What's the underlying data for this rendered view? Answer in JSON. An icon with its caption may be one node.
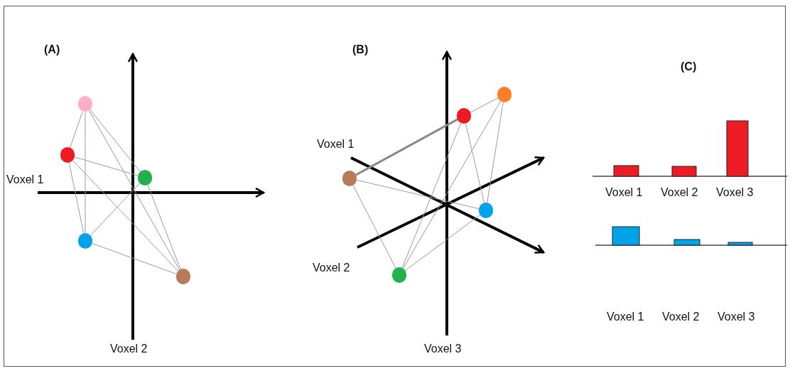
{
  "diagram": {
    "nodes": [
      {
        "text": [],
        "shape": "circle"
      },
      {
        "text": [],
        "shape": "circle"
      },
      {
        "text": [],
        "shape": "circle"
      },
      {
        "text": [],
        "shape": "circle"
      },
      {
        "text": [],
        "shape": "circle"
      },
      {
        "text": [],
        "shape": "circle"
      },
      {
        "text": [],
        "shape": "circle"
      },
      {
        "text": [],
        "shape": "circle"
      },
      {
        "text": [],
        "shape": "circle"
      },
      {
        "text": [],
        "shape": "circle"
      }
    ],
    "edges": [
      {
        "from": 0,
        "to": 1,
        "arrow": "none"
      },
      {
        "from": 0,
        "to": 2,
        "arrow": "none"
      },
      {
        "from": 0,
        "to": 3,
        "arrow": "none"
      },
      {
        "from": 0,
        "to": 4,
        "arrow": "none"
      },
      {
        "from": 1,
        "to": 2,
        "arrow": "none"
      },
      {
        "from": 1,
        "to": 3,
        "arrow": "none"
      },
      {
        "from": 1,
        "to": 4,
        "arrow": "none"
      },
      {
        "from": 2,
        "to": 3,
        "arrow": "none"
      },
      {
        "from": 2,
        "to": 4,
        "arrow": "none"
      },
      {
        "from": 3,
        "to": 4,
        "arrow": "none"
      },
      {
        "from": 5,
        "to": 6,
        "arrow": "none"
      },
      {
        "from": 7,
        "to": 6,
        "arrow": "none",
        "style": "thick"
      },
      {
        "from": 5,
        "to": 8,
        "arrow": "none"
      },
      {
        "from": 5,
        "to": 9,
        "arrow": "none"
      },
      {
        "from": 6,
        "to": 8,
        "arrow": "none"
      },
      {
        "from": 6,
        "to": 9,
        "arrow": "none"
      },
      {
        "from": 7,
        "to": 8,
        "arrow": "none"
      },
      {
        "from": 7,
        "to": 9,
        "arrow": "none"
      },
      {
        "from": 8,
        "to": 9,
        "arrow": "none"
      }
    ],
    "labels": [
      "(A)",
      "Voxel 1",
      "Voxel 2",
      "(B)",
      "Voxel 1",
      "Voxel 2",
      "Voxel 3",
      "(C)",
      "Voxel 1",
      "Voxel 2",
      "Voxel 3",
      "Voxel 1",
      "Voxel 2",
      "Voxel 3"
    ]
  }
}
